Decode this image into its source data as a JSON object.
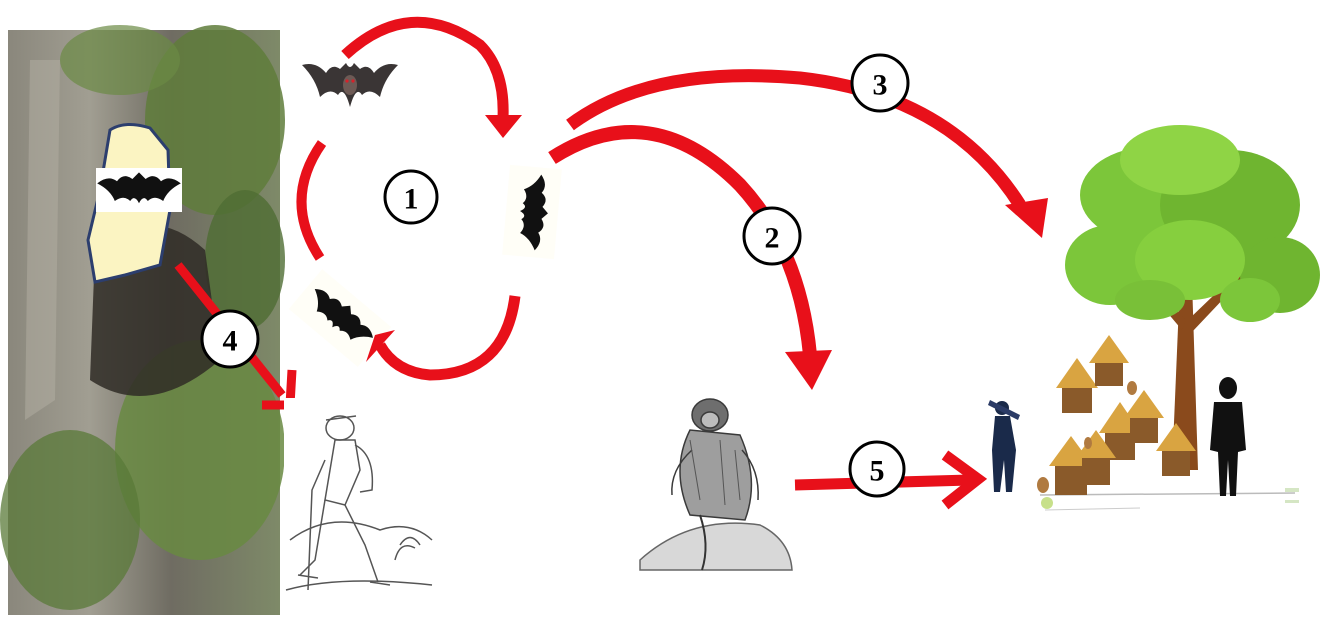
{
  "diagram": {
    "labels": [
      "1",
      "2",
      "3",
      "4",
      "5"
    ],
    "colors": {
      "arrow": "#e8101a",
      "cave_rock": "#6d6a5e",
      "foliage": "#5c7a3a",
      "tree_leaves": "#7cc63a",
      "hut_roof": "#d9a441",
      "silhouette": "#111111"
    },
    "icons": [
      "cave-photo",
      "bat-icon",
      "hiker-drawing",
      "monkey-drawing",
      "tree-icon",
      "hut-icon",
      "person-silhouette-icon"
    ]
  }
}
